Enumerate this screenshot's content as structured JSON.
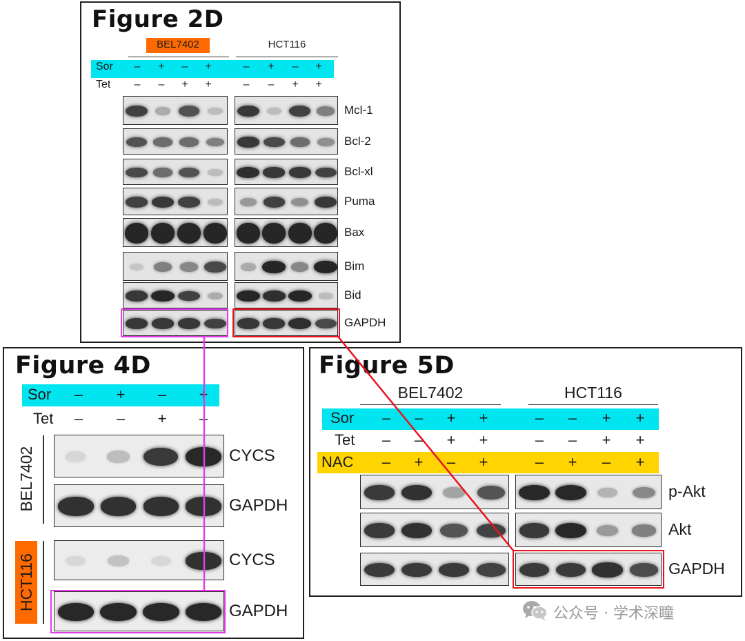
{
  "fig2d": {
    "title": "Figure 2D",
    "groups": [
      "BEL7402",
      "HCT116"
    ],
    "rows": [
      {
        "name": "Sor",
        "signs": [
          "–",
          "+",
          "–",
          "+"
        ]
      },
      {
        "name": "Tet",
        "signs": [
          "–",
          "–",
          "+",
          "+"
        ]
      }
    ],
    "blot_labels": [
      "Mcl-1",
      "Bcl-2",
      "Bcl-xl",
      "Puma",
      "Bax",
      "Bim",
      "Bid",
      "GAPDH"
    ],
    "bands": [
      {
        "bel": [
          0.85,
          0.25,
          0.75,
          0.15
        ],
        "hct": [
          0.9,
          0.15,
          0.85,
          0.5
        ]
      },
      {
        "bel": [
          0.75,
          0.6,
          0.6,
          0.5
        ],
        "hct": [
          0.9,
          0.8,
          0.6,
          0.4
        ]
      },
      {
        "bel": [
          0.8,
          0.6,
          0.75,
          0.15
        ],
        "hct": [
          0.95,
          0.9,
          0.9,
          0.85
        ]
      },
      {
        "bel": [
          0.85,
          0.9,
          0.85,
          0.15
        ],
        "hct": [
          0.35,
          0.85,
          0.4,
          0.9
        ]
      },
      {
        "bel": [
          1.0,
          1.0,
          1.0,
          1.0
        ],
        "hct": [
          1.0,
          1.0,
          1.0,
          1.0
        ]
      },
      {
        "bel": [
          0.1,
          0.5,
          0.45,
          0.8
        ],
        "hct": [
          0.25,
          1.0,
          0.45,
          1.0
        ]
      },
      {
        "bel": [
          0.9,
          1.0,
          0.85,
          0.25
        ],
        "hct": [
          1.0,
          0.95,
          1.0,
          0.15
        ]
      },
      {
        "bel": [
          0.9,
          0.9,
          0.9,
          0.85
        ],
        "hct": [
          0.9,
          0.9,
          0.95,
          0.8
        ]
      }
    ]
  },
  "fig4d": {
    "title": "Figure 4D",
    "rows": [
      {
        "name": "Sor",
        "signs": [
          "–",
          "+",
          "–",
          "+"
        ]
      },
      {
        "name": "Tet",
        "signs": [
          "–",
          "–",
          "+",
          "–"
        ]
      }
    ],
    "cell_lines": [
      "BEL7402",
      "HCT116"
    ],
    "blot_labels": [
      "CYCS",
      "GAPDH",
      "CYCS",
      "GAPDH"
    ],
    "bands": [
      [
        0.0,
        0.15,
        0.9,
        1.0
      ],
      [
        0.95,
        0.95,
        0.95,
        0.95
      ],
      [
        0.0,
        0.12,
        0.0,
        0.95
      ],
      [
        1.0,
        1.0,
        1.0,
        1.0
      ]
    ]
  },
  "fig5d": {
    "title": "Figure 5D",
    "groups": [
      "BEL7402",
      "HCT116"
    ],
    "rows": [
      {
        "name": "Sor",
        "signs": [
          "–",
          "–",
          "+",
          "+"
        ]
      },
      {
        "name": "Tet",
        "signs": [
          "–",
          "–",
          "+",
          "+"
        ]
      },
      {
        "name": "NAC",
        "signs": [
          "–",
          "+",
          "–",
          "+"
        ]
      }
    ],
    "blot_labels": [
      "p-Akt",
      "Akt",
      "GAPDH"
    ],
    "bands": [
      {
        "bel": [
          0.9,
          0.95,
          0.3,
          0.75
        ],
        "hct": [
          1.0,
          1.0,
          0.2,
          0.45
        ]
      },
      {
        "bel": [
          0.9,
          0.95,
          0.75,
          0.85
        ],
        "hct": [
          0.9,
          1.0,
          0.35,
          0.5
        ]
      },
      {
        "bel": [
          0.9,
          0.9,
          0.9,
          0.85
        ],
        "hct": [
          0.9,
          0.9,
          0.95,
          0.8
        ]
      }
    ]
  },
  "watermark": "公众号 · 学术深瞳",
  "colors": {
    "sor_highlight": "#00e5f0",
    "nac_highlight": "#ffd400",
    "cell_line_highlight": "#ff6a00",
    "magenta_box": "#e23be8",
    "red_box": "#e8141e"
  }
}
